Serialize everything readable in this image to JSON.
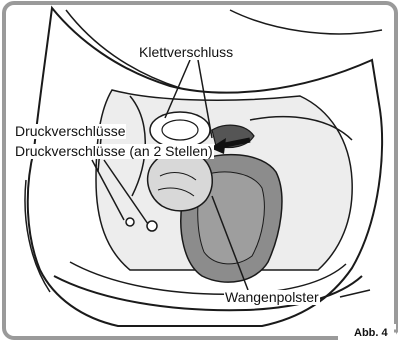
{
  "labels": {
    "velcro": "Klettverschluss",
    "snaps": "Druckverschlüsse",
    "snaps_two_places": "Druckverschlüsse (an 2 Stellen)",
    "cheek_pad": "Wangenpolster"
  },
  "figure_number": "Abb. 4",
  "colors": {
    "frame": "#9a9a9a",
    "line": "#1a1a1a",
    "pad": "#8c8c8c",
    "pad_dark": "#6e6e6e",
    "lining": "#c8c8c8",
    "background": "#ffffff"
  }
}
